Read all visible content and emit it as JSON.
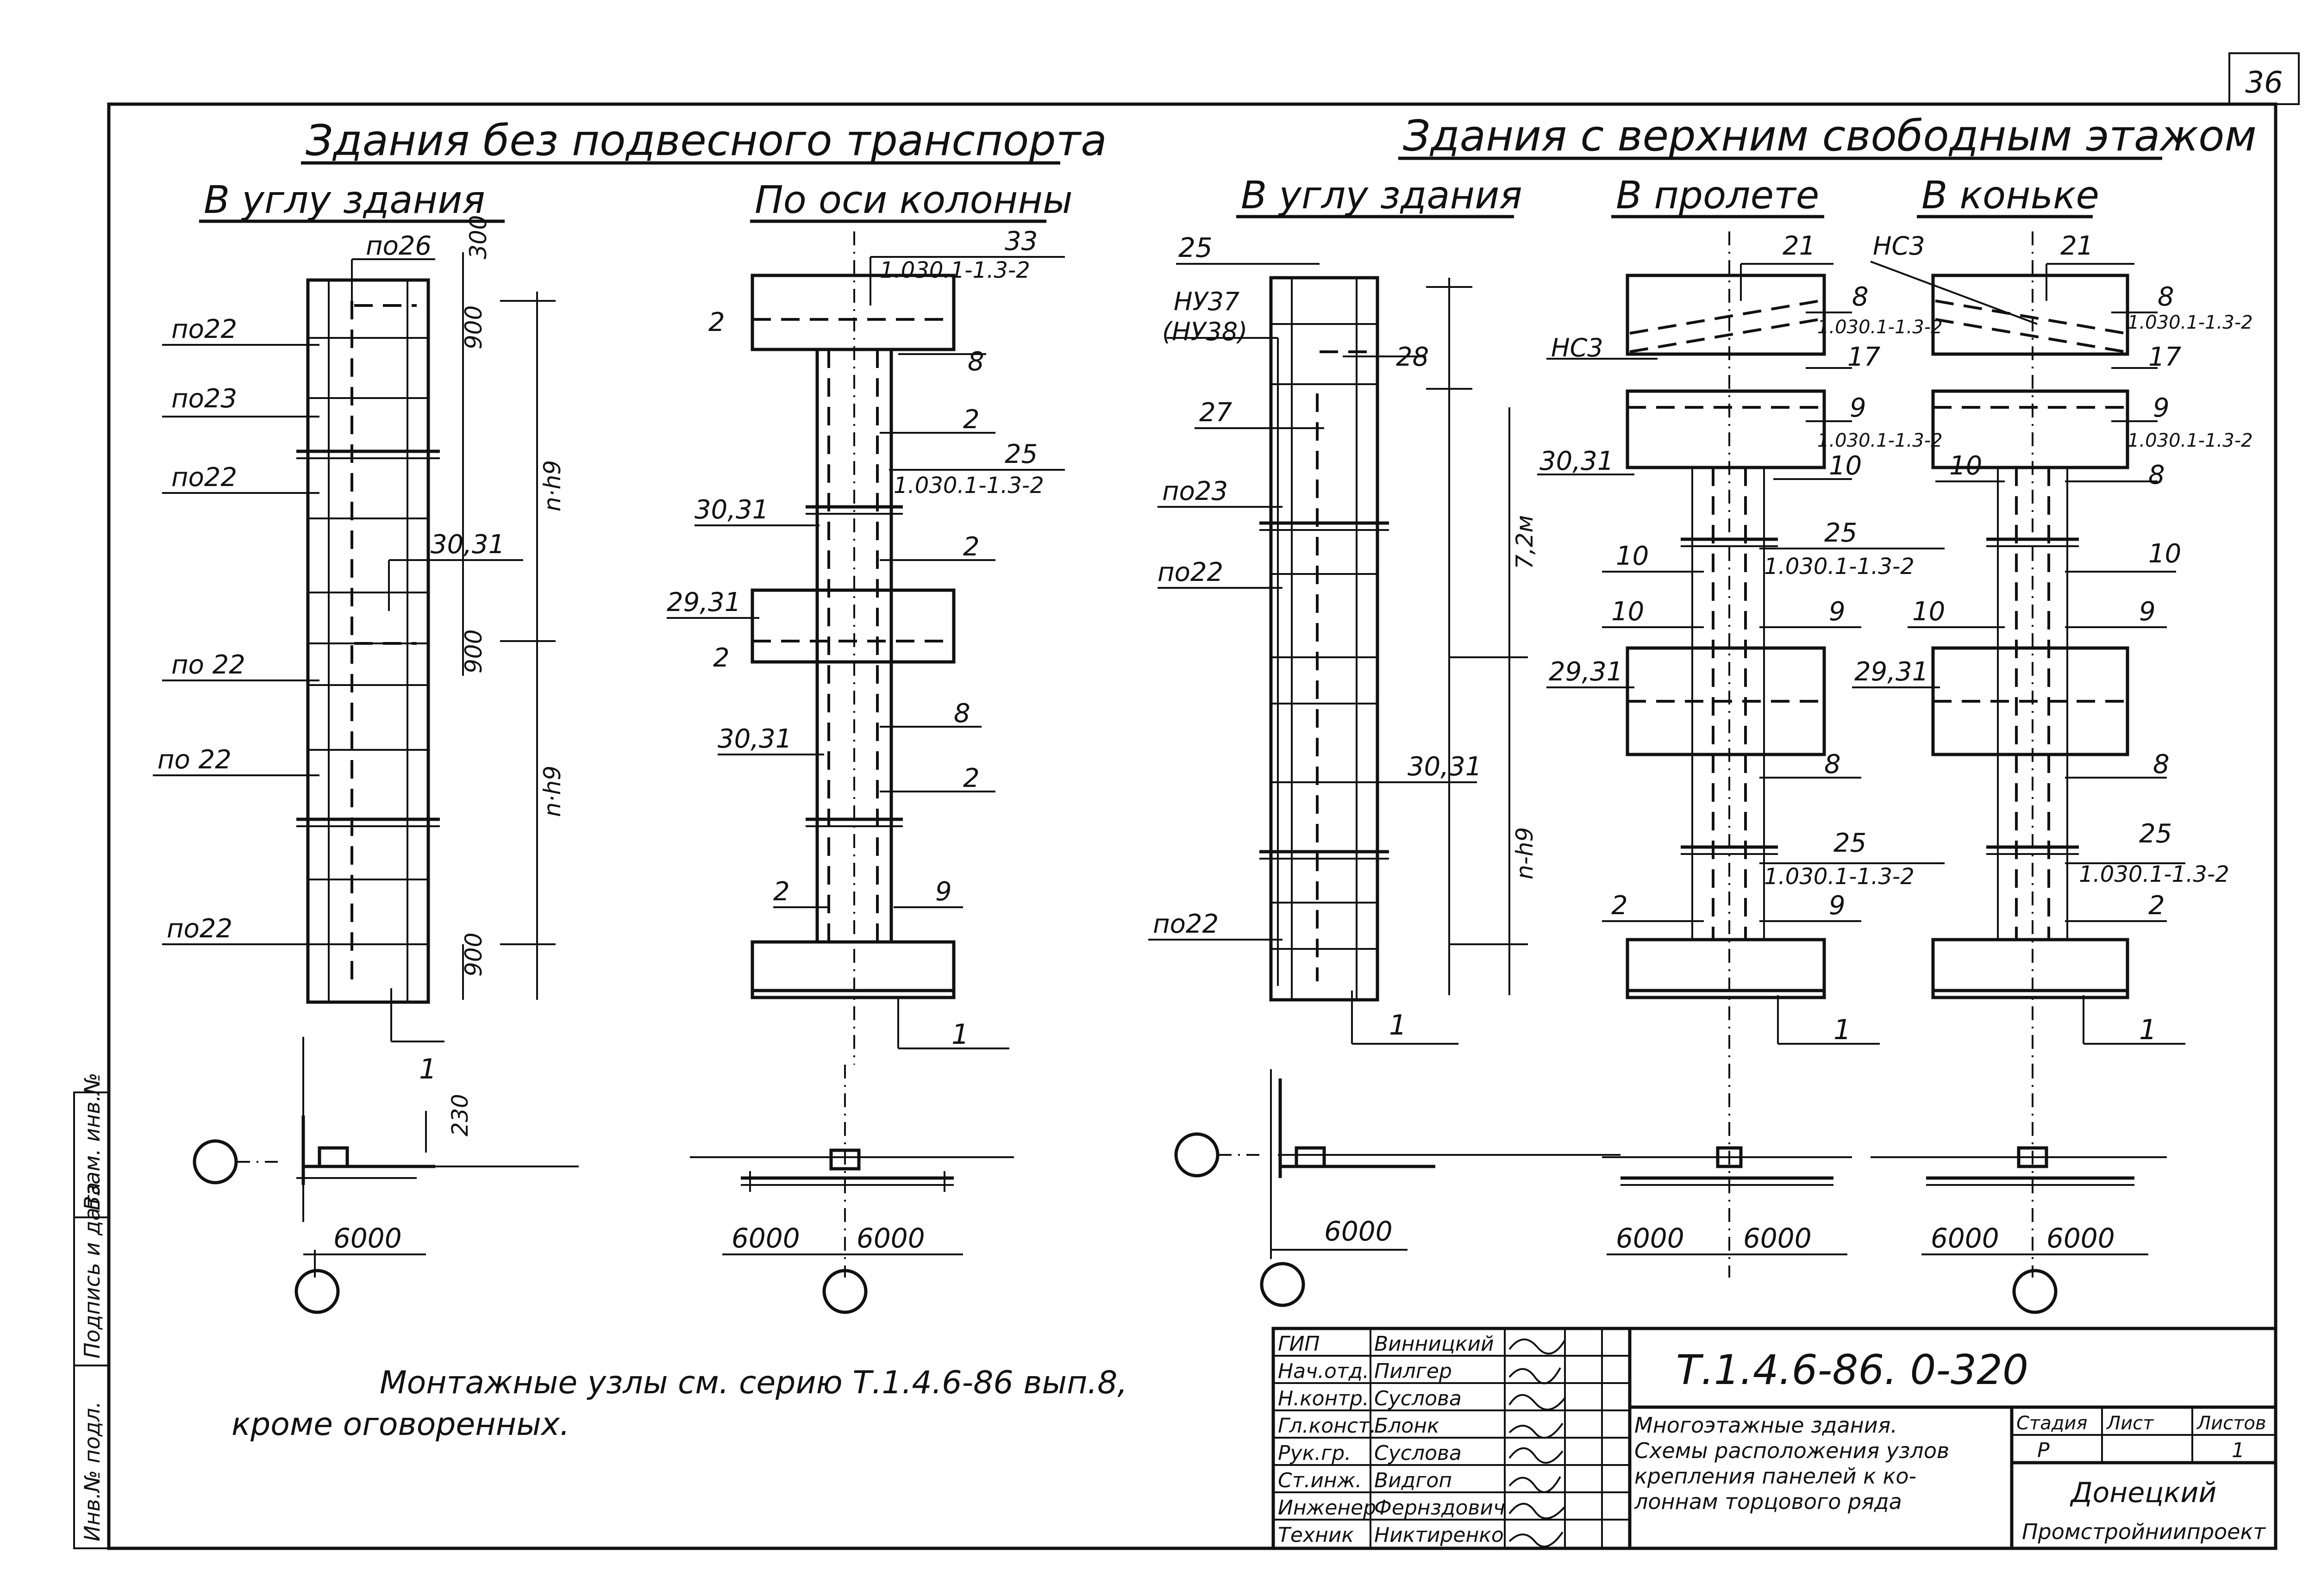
{
  "sheet_number": "36",
  "headings": {
    "group_a": "Здания без подвесного транспорта",
    "group_b": "Здания с верхним свободным этажом",
    "a_corner": "В углу здания",
    "a_axis": "По оси колонны",
    "b_corner": "В углу здания",
    "b_span": "В пролете",
    "b_ridge": "В коньке"
  },
  "labels": {
    "p026": "по26",
    "p022": "по22",
    "p023": "по23",
    "p022b": "по 22",
    "l3031": "30,31",
    "l2931": "29,31",
    "l33": "33",
    "l25": "25",
    "l21": "21",
    "l2": "2",
    "l8": "8",
    "l9": "9",
    "l10": "10",
    "l17": "17",
    "l1": "1",
    "l27": "27",
    "l28": "28",
    "nu37": "НУ37",
    "nu38": "(НУ38)",
    "ns3": "НС3",
    "series": "1.030.1-1.3-2",
    "d300": "300",
    "d900": "900",
    "d230": "230",
    "n_h9": "n·h9",
    "n_h9b": "n-h9",
    "h72": "7,2м",
    "d6000": "6000"
  },
  "note": {
    "line1": "Монтажные узлы см. серию Т.1.4.6-86 вып.8,",
    "line2": "кроме оговоренных."
  },
  "title_block": {
    "code": "Т.1.4.6-86. 0-320",
    "title_line1": "Многоэтажные здания.",
    "title_line2": "Схемы расположения узлов",
    "title_line3": "крепления панелей к ко-",
    "title_line4": "лоннам торцового ряда",
    "col_stage": "Стадия",
    "col_sheet": "Лист",
    "col_sheets": "Листов",
    "stage": "Р",
    "sheets": "1",
    "org_line1": "Донецкий",
    "org_line2": "Промстройниипроект",
    "roles": [
      "ГИП",
      "Нач.отд.",
      "Н.контр.",
      "Гл.конст.",
      "Рук.гр.",
      "Ст.инж.",
      "Инженер",
      "Техник"
    ],
    "names": [
      "Винницкий",
      "Пилгер",
      "Суслова",
      "Блонк",
      "Суслова",
      "Видгоп",
      "Фернздович",
      "Никтиренко"
    ]
  },
  "side_stamp": {
    "s1": "Инв.№ подл.",
    "s2": "Подпись и дата",
    "s3": "Взам. инв.№"
  }
}
